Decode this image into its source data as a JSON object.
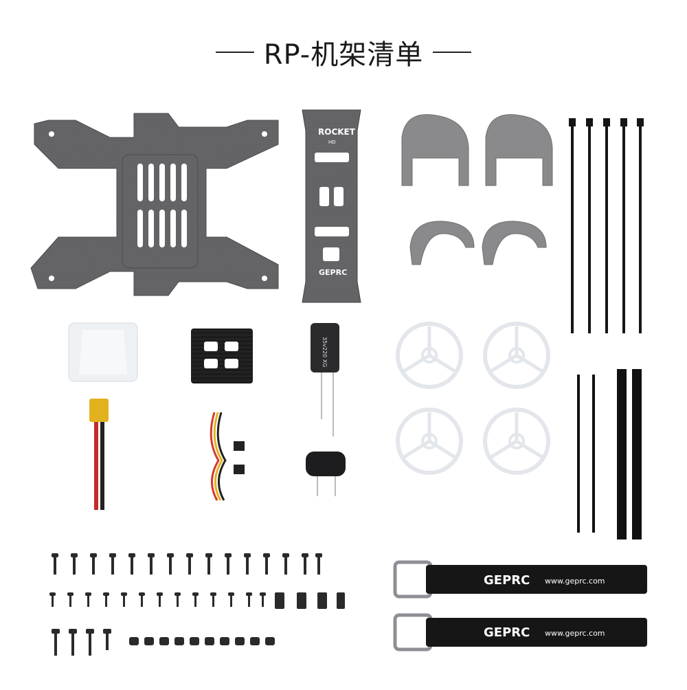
{
  "title": "RP-机架清单",
  "top_plate": {
    "brand": "ROCKET",
    "badge": "HD",
    "logo": "GEPRC"
  },
  "capacitor": {
    "marking": "35v220 XG"
  },
  "straps": [
    {
      "logo": "GEPRC",
      "url": "www.geprc.com"
    },
    {
      "logo": "GEPRC",
      "url": "www.geprc.com"
    }
  ]
}
